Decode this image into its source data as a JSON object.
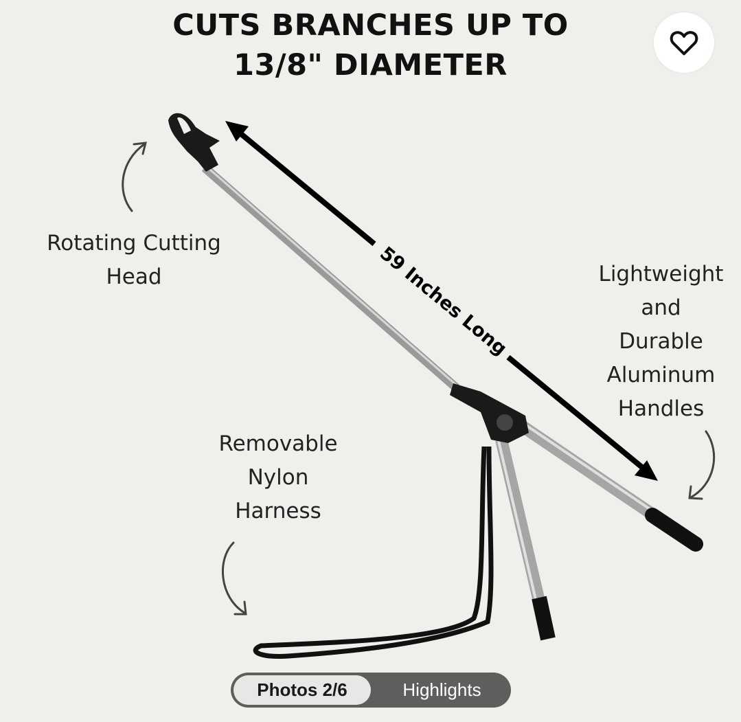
{
  "title": {
    "line1": "CUTS BRANCHES UP TO",
    "line2": "13/8\" DIAMETER"
  },
  "labels": {
    "cutting_head": [
      "Rotating Cutting",
      "Head"
    ],
    "handles": [
      "Lightweight",
      "and",
      "Durable",
      "Aluminum",
      "Handles"
    ],
    "harness": [
      "Removable",
      "Nylon",
      "Harness"
    ],
    "length": "59 Inches Long"
  },
  "favorite": {
    "icon": "heart-outline-icon"
  },
  "gallery_toggle": {
    "photos": "Photos 2/6",
    "highlights": "Highlights"
  },
  "colors": {
    "background": "#f1efeb",
    "toggle_bg": "#5f5e5c",
    "toggle_active": "#e8e7e5"
  }
}
